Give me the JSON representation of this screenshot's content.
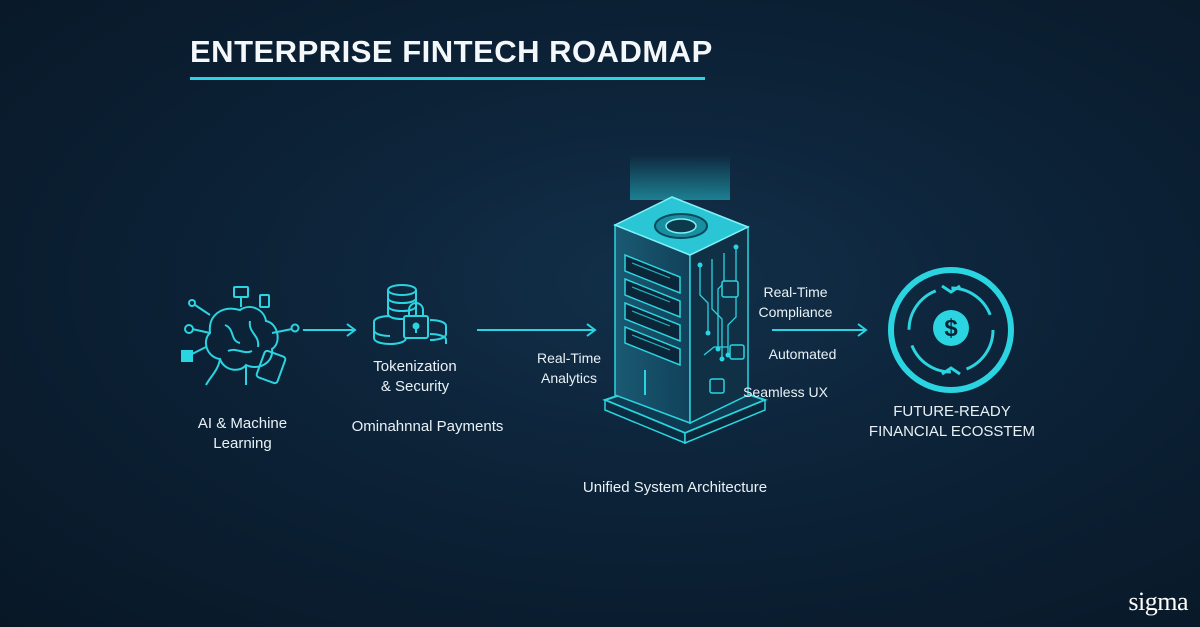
{
  "title": "ENTERPRISE FINTECH ROADMAP",
  "nodes": {
    "ai": {
      "label_line1": "AI & Machine",
      "label_line2": "Learning",
      "icon": "brain-icon"
    },
    "token": {
      "label_line1": "Tokenization",
      "label_line2": "& Security",
      "sublabel": "Ominahnnal Payments",
      "icon": "coins-lock-icon"
    },
    "analytics": {
      "label_line1": "Real-Time",
      "label_line2": "Analytics"
    },
    "server": {
      "label": "Unified System Architecture",
      "icon": "server-tower-icon"
    },
    "features": [
      {
        "label_line1": "Real-Time",
        "label_line2": "Compliance"
      },
      {
        "label_line1": "Automated",
        "label_line2": ""
      },
      {
        "label_line1": "Seamless UX",
        "label_line2": ""
      }
    ],
    "future": {
      "label_line1": "FUTURE-READY",
      "label_line2": "FINANCIAL ECOSSTEM",
      "icon": "dollar-circle-icon"
    }
  },
  "logo": {
    "text": "sigma"
  },
  "colors": {
    "accent": "#2ad4e0",
    "background": "#0c2237"
  }
}
